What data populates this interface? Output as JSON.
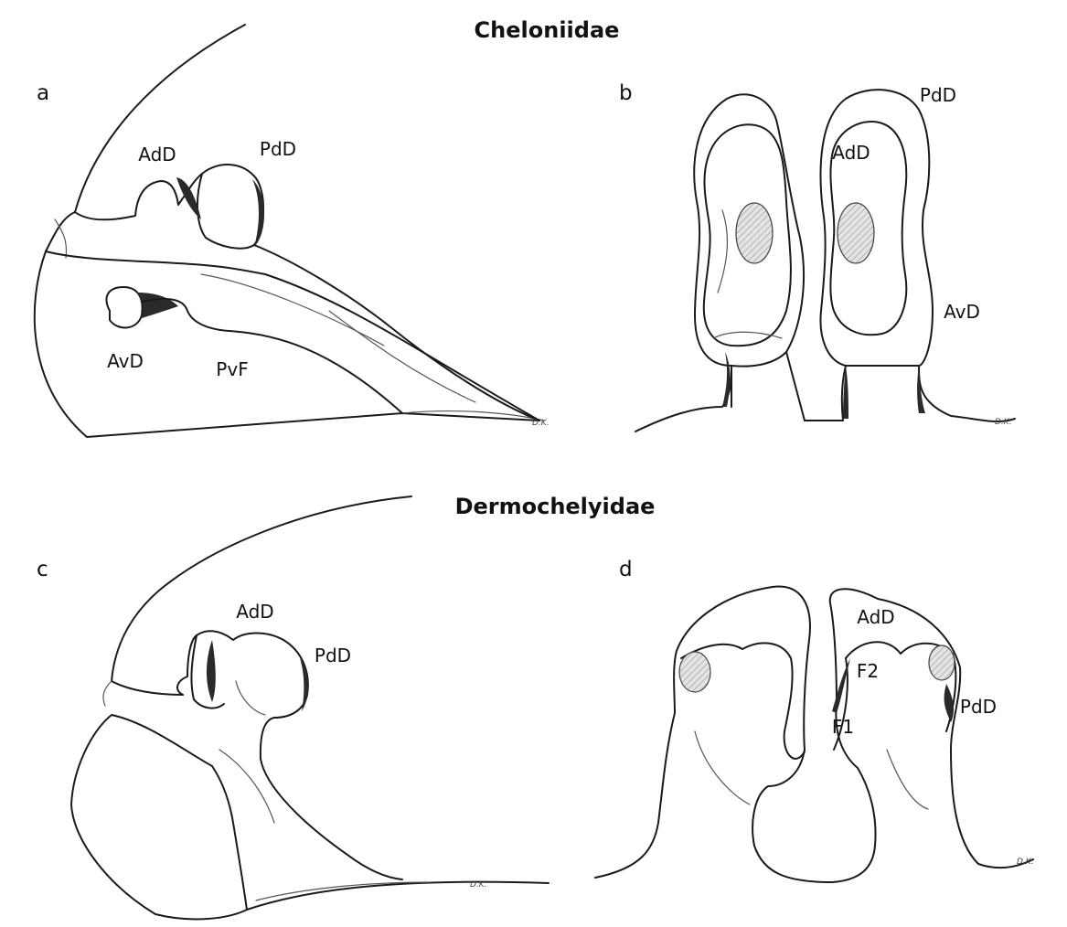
{
  "families": {
    "top": "Cheloniidae",
    "bottom": "Dermochelyidae"
  },
  "panels": {
    "a": {
      "letter": "a",
      "labels": {
        "adD": "AdD",
        "pdD": "PdD",
        "avD": "AvD",
        "pvF": "PvF"
      },
      "signature": "D.K."
    },
    "b": {
      "letter": "b",
      "labels": {
        "pdD": "PdD",
        "adD": "AdD",
        "avD": "AvD"
      },
      "signature": "D.K."
    },
    "c": {
      "letter": "c",
      "labels": {
        "adD": "AdD",
        "pdD": "PdD"
      },
      "signature": "D.K."
    },
    "d": {
      "letter": "d",
      "labels": {
        "adD": "AdD",
        "f2": "F2",
        "f1": "F1",
        "pdD": "PdD"
      },
      "signature": "D.K."
    }
  },
  "colors": {
    "ink": "#1a1a1a",
    "background": "#ffffff"
  }
}
